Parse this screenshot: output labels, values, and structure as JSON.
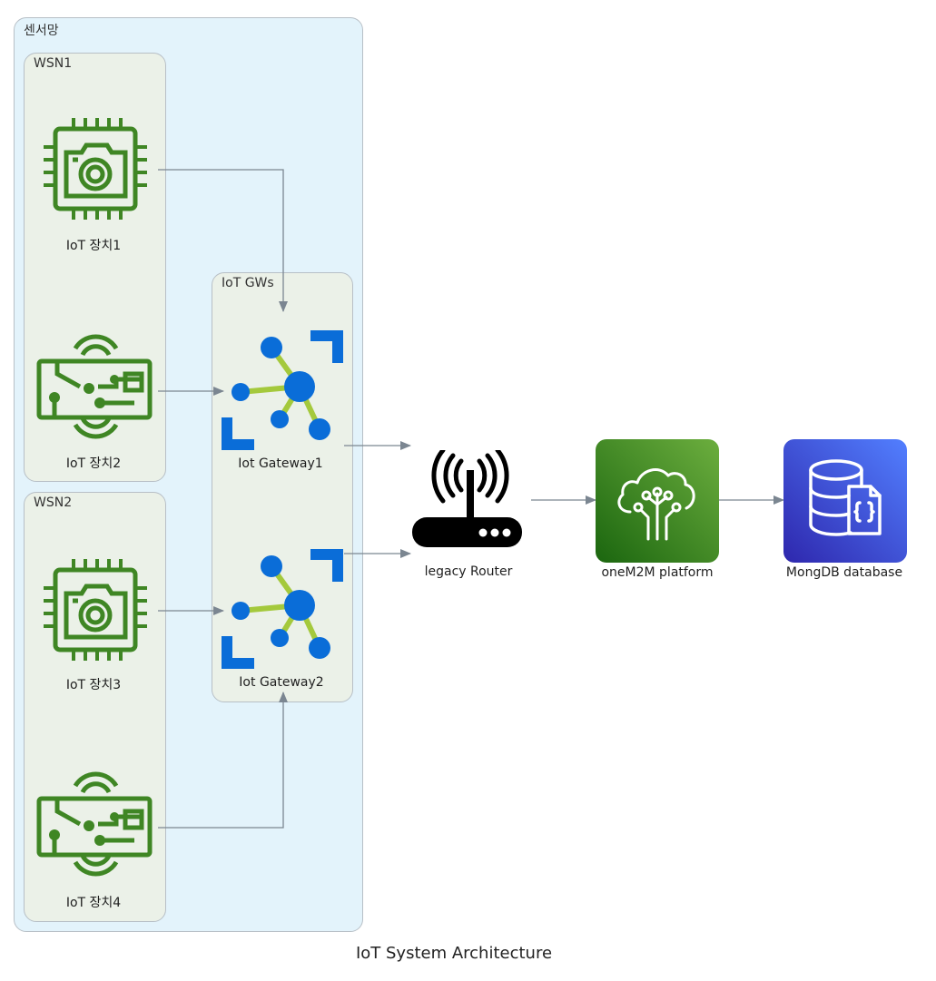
{
  "clusters": {
    "sensor_net": "센서망",
    "wsn1": "WSN1",
    "wsn2": "WSN2",
    "gws": "IoT GWs"
  },
  "nodes": {
    "device1": {
      "label": "IoT 장치1",
      "icon": "iot-camera-chip-icon"
    },
    "device2": {
      "label": "IoT 장치2",
      "icon": "iot-circuit-board-icon"
    },
    "device3": {
      "label": "IoT 장치3",
      "icon": "iot-camera-chip-icon"
    },
    "device4": {
      "label": "IoT 장치4",
      "icon": "iot-circuit-board-icon"
    },
    "gateway1": {
      "label": "Iot Gateway1",
      "icon": "iot-hub-icon"
    },
    "gateway2": {
      "label": "Iot Gateway2",
      "icon": "iot-hub-icon"
    },
    "router": {
      "label": "legacy Router",
      "icon": "router-icon"
    },
    "platform": {
      "label": "oneM2M platform",
      "icon": "cloud-circuit-icon"
    },
    "database": {
      "label": "MongDB database",
      "icon": "database-icon"
    }
  },
  "edges": [
    {
      "from": "device1",
      "to": "gateway1"
    },
    {
      "from": "device2",
      "to": "gateway1"
    },
    {
      "from": "device3",
      "to": "gateway2"
    },
    {
      "from": "device4",
      "to": "gateway2"
    },
    {
      "from": "gateway1",
      "to": "router"
    },
    {
      "from": "gateway2",
      "to": "router"
    },
    {
      "from": "router",
      "to": "platform"
    },
    {
      "from": "platform",
      "to": "database"
    }
  ],
  "caption": "IoT System Architecture",
  "colors": {
    "sensor_net_bg": "#e3f3fb",
    "wsn_bg": "#ebf1e8",
    "iot_green": "#3f8624",
    "hub_blue": "#0a6dd8",
    "hub_lime": "#a4c93c",
    "platform_green": "#3f8624",
    "db_purple": "#4b4fe0",
    "edge": "#7b8691"
  }
}
